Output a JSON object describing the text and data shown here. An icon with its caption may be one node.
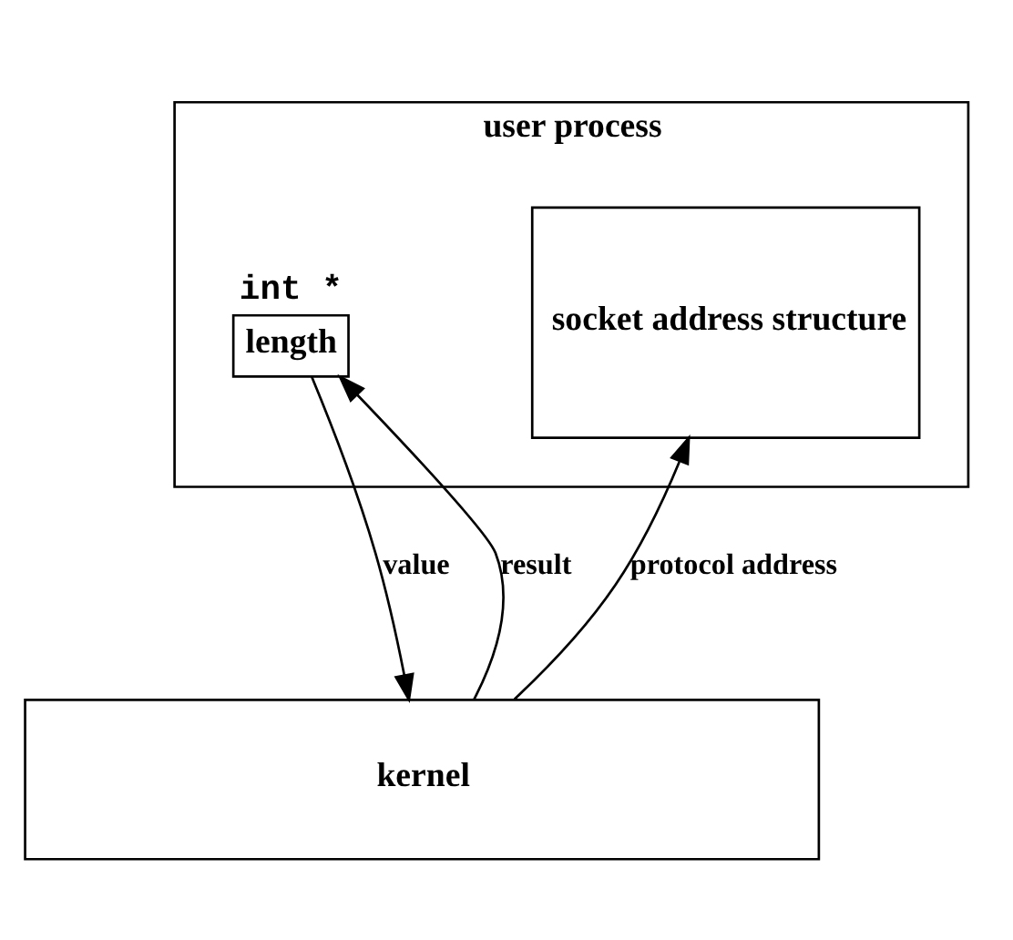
{
  "diagram": {
    "nodes": [
      {
        "text": [
          "user process"
        ]
      },
      {
        "text": [
          "length"
        ],
        "beside": [
          "int *"
        ],
        "in": 0
      },
      {
        "text": [
          "socket address structure"
        ],
        "in": 0
      },
      {
        "text": [
          "kernel"
        ]
      }
    ],
    "edges": [
      {
        "from": 1,
        "to": 3,
        "arrow": "to",
        "label": "value"
      },
      {
        "from": 3,
        "to": 1,
        "arrow": "to",
        "label": "result"
      },
      {
        "from": 3,
        "to": 2,
        "arrow": "to",
        "label": "protocol address"
      }
    ]
  }
}
